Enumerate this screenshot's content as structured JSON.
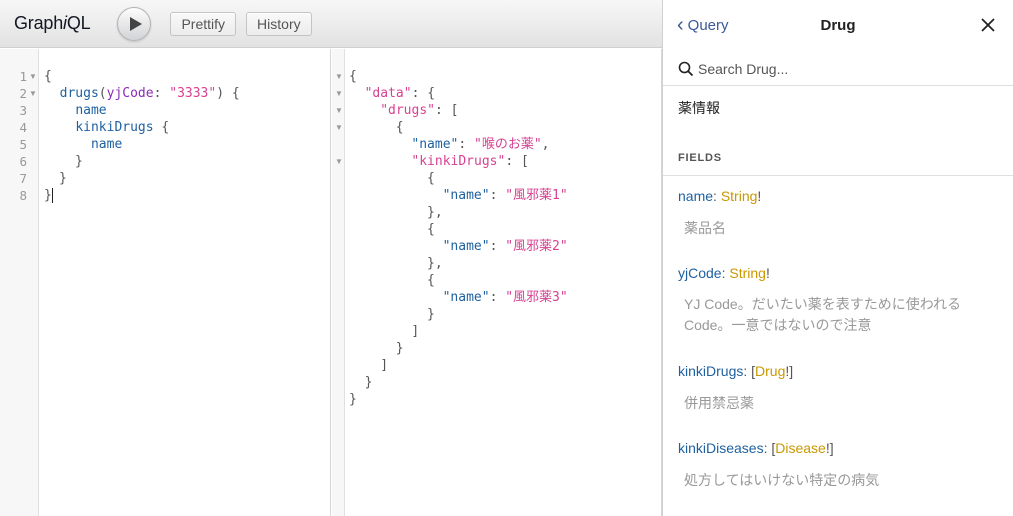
{
  "toolbar": {
    "logo_prefix": "Graph",
    "logo_i": "i",
    "logo_suffix": "QL",
    "prettify_label": "Prettify",
    "history_label": "History"
  },
  "query_editor": {
    "line_numbers": [
      "1",
      "2",
      "3",
      "4",
      "5",
      "6",
      "7",
      "8"
    ],
    "lines": [
      {
        "text": "{"
      },
      {
        "field": "drugs",
        "open": "(",
        "arg": "yjCode",
        "colon": ": ",
        "value": "\"3333\"",
        "close": ") {"
      },
      {
        "field": "name"
      },
      {
        "field": "kinkiDrugs",
        "rest": " {"
      },
      {
        "field": "name"
      },
      {
        "text": "}"
      },
      {
        "text": "}"
      },
      {
        "text": "}"
      }
    ]
  },
  "result": {
    "lines": [
      "{",
      "\"data\": {",
      "\"drugs\": [",
      "{",
      "\"name\": \"喉のお薬\",",
      "\"kinkiDrugs\": [",
      "{",
      "\"name\": \"風邪薬1\"",
      "},",
      "{",
      "\"name\": \"風邪薬2\"",
      "},",
      "{",
      "\"name\": \"風邪薬3\"",
      "}",
      "]",
      "}",
      "]",
      "}",
      "}"
    ]
  },
  "docs": {
    "back_label": "Query",
    "title": "Drug",
    "search_placeholder": "Search Drug...",
    "description": "薬情報",
    "fields_header": "FIELDS",
    "fields": [
      {
        "name": "name",
        "type": "String",
        "pre": "",
        "post": "!",
        "desc": "薬品名"
      },
      {
        "name": "yjCode",
        "type": "String",
        "pre": "",
        "post": "!",
        "desc": "YJ Code。だいたい薬を表すために使われる Code。一意ではないので注意"
      },
      {
        "name": "kinkiDrugs",
        "type": "Drug",
        "pre": "[",
        "post": "!]",
        "desc": "併用禁忌薬"
      },
      {
        "name": "kinkiDiseases",
        "type": "Disease",
        "pre": "[",
        "post": "!]",
        "desc": "処方してはいけない特定の病気"
      }
    ]
  }
}
